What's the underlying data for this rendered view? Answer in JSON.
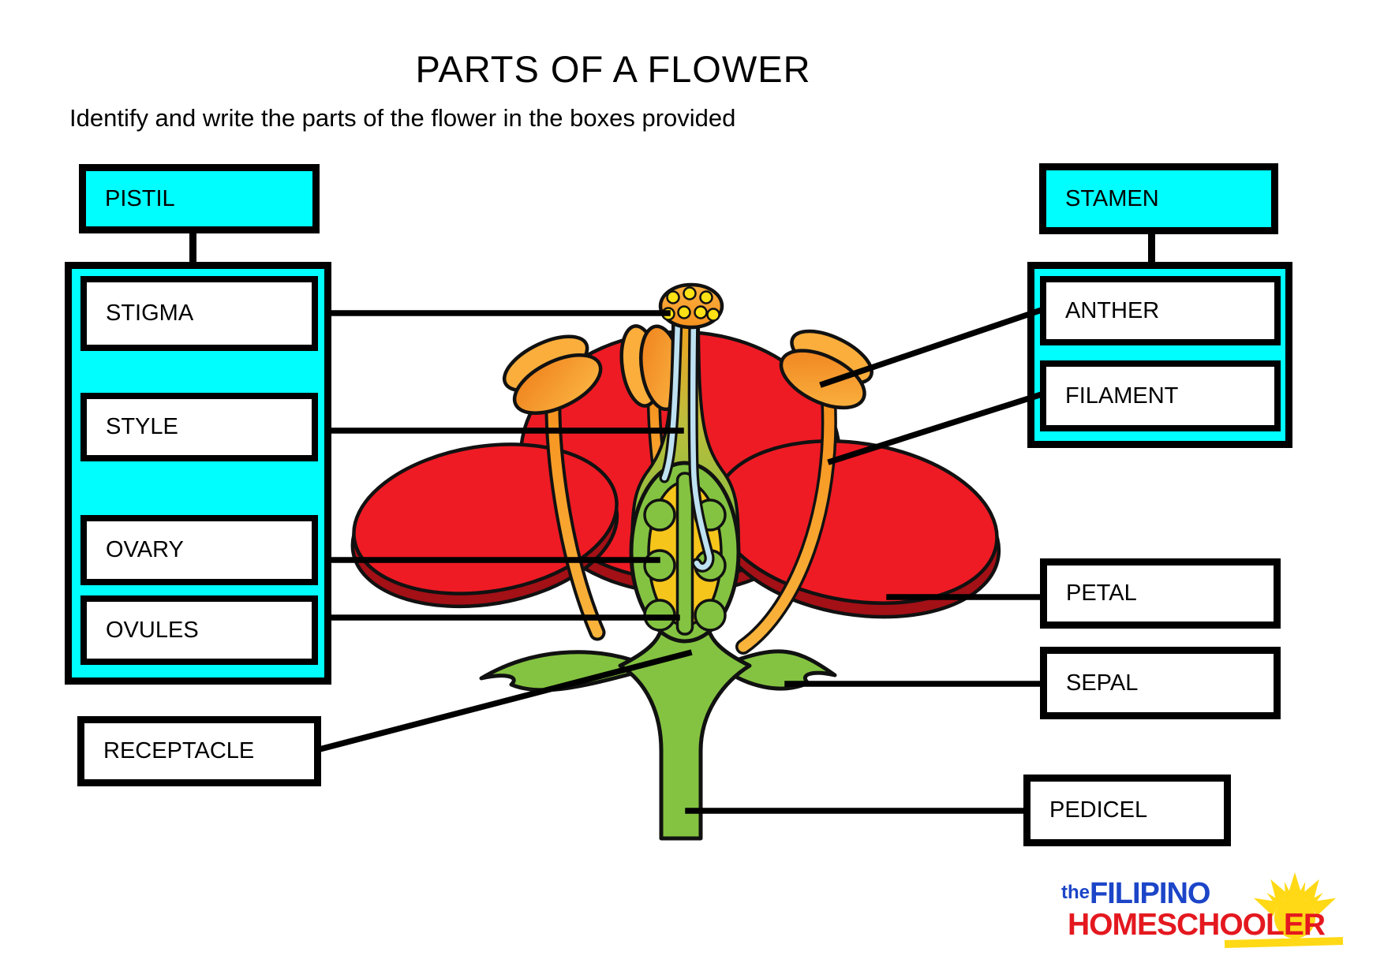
{
  "title": "PARTS OF A FLOWER",
  "instruction": "Identify and write the parts of the flower in the boxes provided",
  "labels": {
    "pistil": "PISTIL",
    "stigma": "STIGMA",
    "style": "STYLE",
    "ovary": "OVARY",
    "ovules": "OVULES",
    "receptacle": "RECEPTACLE",
    "stamen": "STAMEN",
    "anther": "ANTHER",
    "filament": "FILAMENT",
    "petal": "PETAL",
    "sepal": "SEPAL",
    "pedicel": "PEDICEL"
  },
  "logo": {
    "prefix": "the",
    "word1": "FILIPINO",
    "word2": "HOMESCHOOLER"
  },
  "colors": {
    "cyan": "#00feff",
    "petal_red": "#ee1b24",
    "petal_shadow": "#a31016",
    "green": "#84c341",
    "olive": "#bcbe3c",
    "orange": "#f6921e",
    "orange_light": "#fbb042",
    "style_blue": "#bfe2f2",
    "ovary_yellow": "#f6c51b",
    "dot_yellow": "#ffe215",
    "logo_blue": "#1c45c8",
    "logo_red": "#e4181f",
    "logo_yellow": "#ffd915"
  }
}
